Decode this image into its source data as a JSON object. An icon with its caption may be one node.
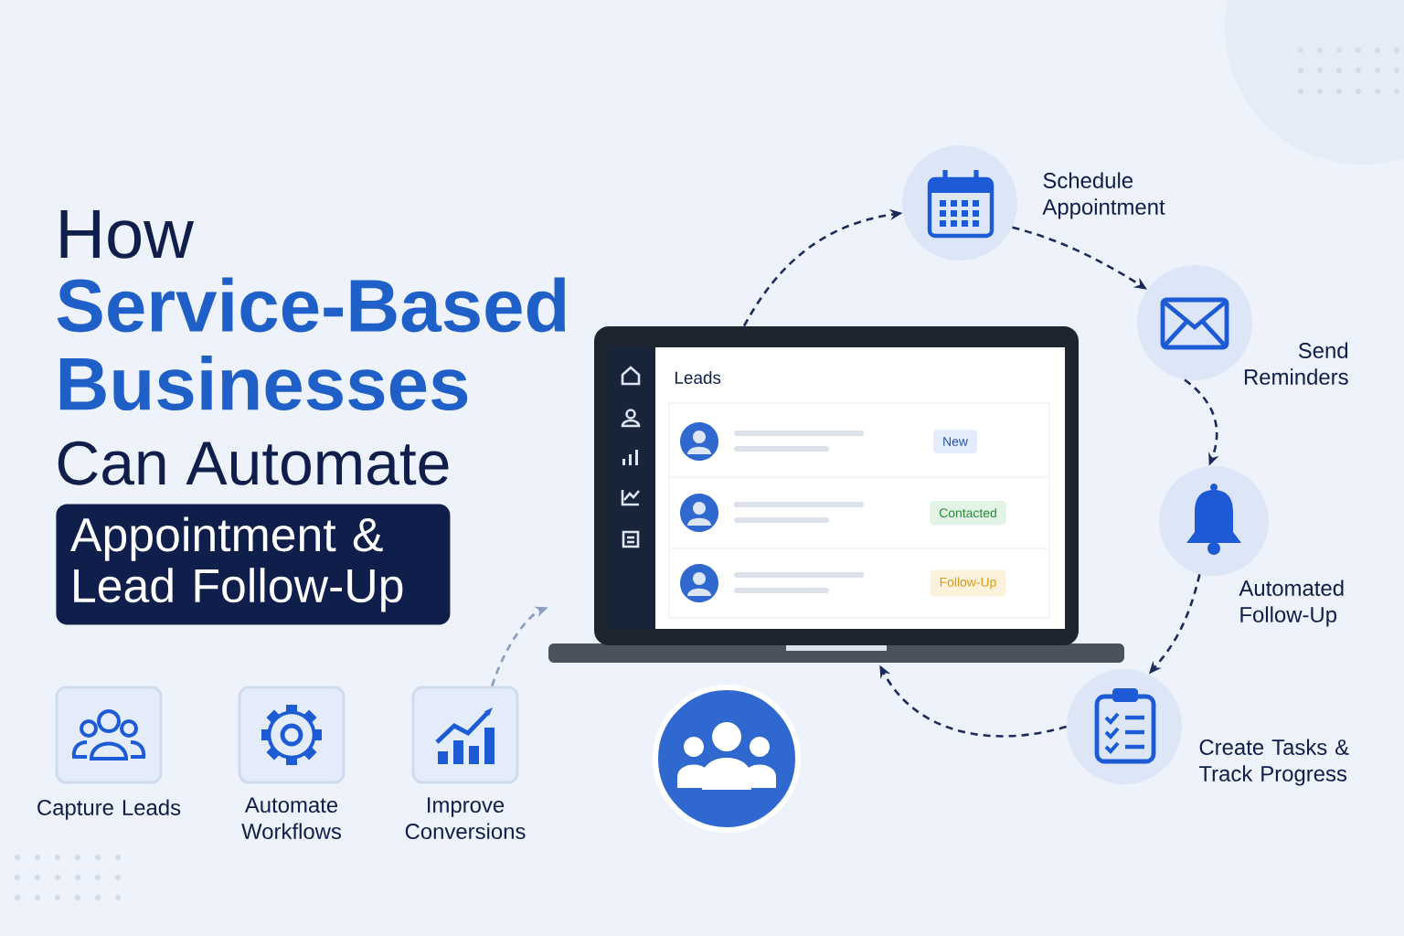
{
  "diagram": {
    "nodes": [
      {
        "text": [
          "Leads"
        ]
      },
      {
        "text": [
          "New"
        ],
        "in": 0
      },
      {
        "text": [
          "Contacted"
        ],
        "in": 0
      },
      {
        "text": [
          "Follow-Up"
        ],
        "in": 0
      },
      {
        "text": [],
        "shape": "circle",
        "beside": [
          "Schedule Appointment"
        ]
      },
      {
        "text": [],
        "shape": "circle",
        "beside": [
          "Send Reminders"
        ]
      },
      {
        "text": [],
        "shape": "circle",
        "beside": [
          "Automated Follow-Up"
        ]
      },
      {
        "text": [],
        "shape": "circle",
        "beside": [
          "Create Tasks & Track Progress"
        ]
      },
      {
        "text": [],
        "shape": "circle"
      },
      {
        "text": [],
        "shape": "box",
        "beside": [
          "Capture Leads"
        ]
      },
      {
        "text": [],
        "shape": "box",
        "beside": [
          "Automate Workflows"
        ]
      },
      {
        "text": [],
        "shape": "box",
        "beside": [
          "Improve Conversions"
        ]
      }
    ],
    "edges": [
      {
        "from": 0,
        "to": 4,
        "arrow": "to",
        "style": "dashed"
      },
      {
        "from": 4,
        "to": 5,
        "arrow": "to",
        "style": "dashed"
      },
      {
        "from": 5,
        "to": 6,
        "arrow": "to",
        "style": "dashed"
      },
      {
        "from": 6,
        "to": 7,
        "arrow": "to",
        "style": "dashed"
      },
      {
        "from": 7,
        "to": 0,
        "arrow": "to",
        "style": "dashed"
      },
      {
        "from": 11,
        "to": 0,
        "arrow": "to",
        "style": "dashed",
        "color": "#8a9cc0"
      }
    ],
    "labels": [
      "How",
      "Service-Based Businesses",
      "Can Automate",
      "Appointment & Lead Follow-Up"
    ]
  }
}
